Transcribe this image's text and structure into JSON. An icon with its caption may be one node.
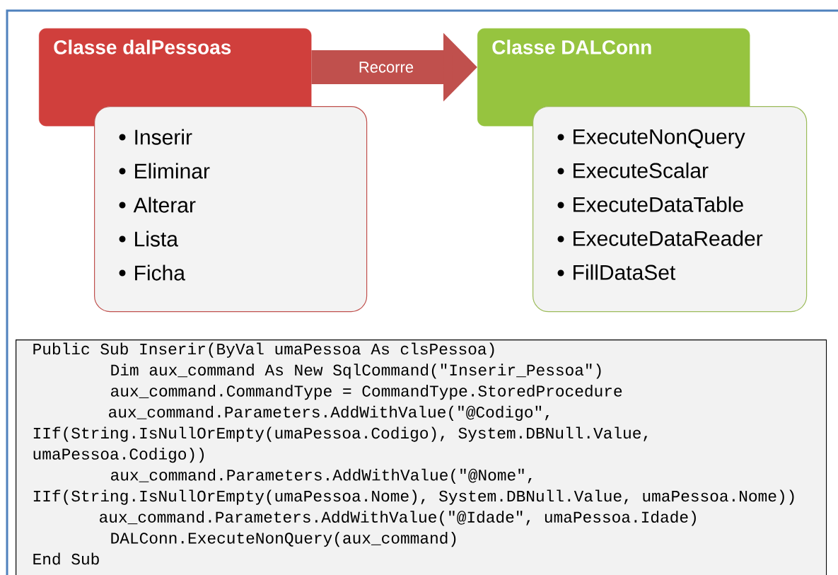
{
  "diagram": {
    "nodes": [
      {
        "text": [
          "Classe dalPessoas"
        ]
      },
      {
        "text": [
          "Inserir",
          "Eliminar",
          "Alterar",
          "Lista",
          "Ficha"
        ]
      },
      {
        "text": [
          "Classe DALConn"
        ]
      },
      {
        "text": [
          "ExecuteNonQuery",
          "ExecuteScalar",
          "ExecuteDataTable",
          "ExecuteDataReader",
          "FillDataSet"
        ]
      },
      {
        "text": [
          "Public Sub Inserir(ByVal umaPessoa As clsPessoa)",
          "Dim aux_command As New SqlCommand(\"Inserir_Pessoa\")",
          "aux_command.CommandType = CommandType.StoredProcedure",
          "aux_command.Parameters.AddWithValue(\"@Codigo\", IIf(String.IsNullOrEmpty(umaPessoa.Codigo), System.DBNull.Value, umaPessoa.Codigo))",
          "aux_command.Parameters.AddWithValue(\"@Nome\", IIf(String.IsNullOrEmpty(umaPessoa.Nome), System.DBNull.Value, umaPessoa.Nome))",
          "aux_command.Parameters.AddWithValue(\"@Idade\", umaPessoa.Idade)",
          "DALConn.ExecuteNonQuery(aux_command)",
          "End Sub"
        ]
      }
    ],
    "edges": [
      {
        "from": 0,
        "to": 2,
        "arrow": "to",
        "label": "Recorre"
      }
    ]
  }
}
